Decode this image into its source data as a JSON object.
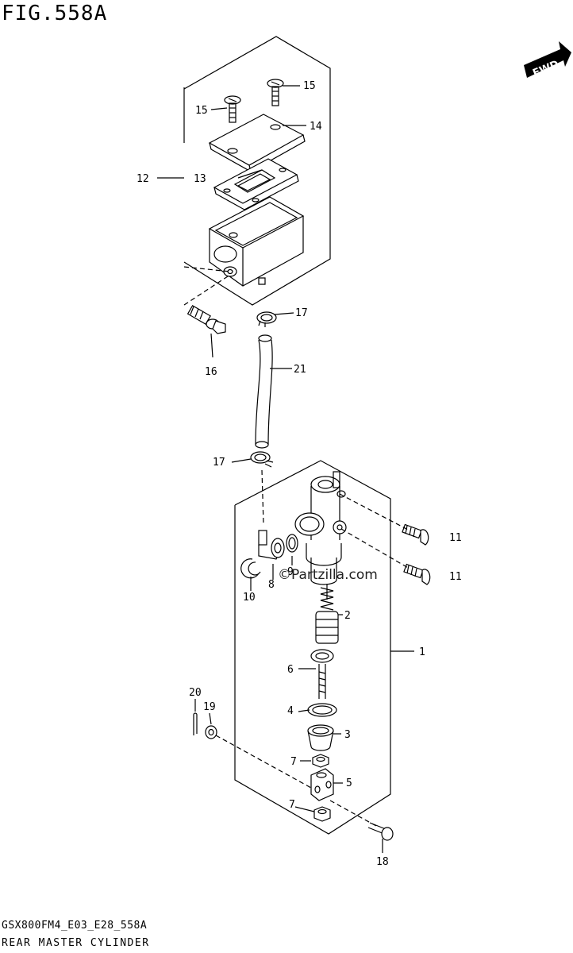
{
  "figure": {
    "title": "FIG.558A",
    "footer_code": "GSX800FM4_E03_E28_558A",
    "footer_name": "REAR MASTER CYLINDER",
    "watermark": "©Partzilla.com",
    "direction_badge": "FWD"
  },
  "callouts": [
    {
      "id": "c1",
      "label": "1"
    },
    {
      "id": "c2",
      "label": "2"
    },
    {
      "id": "c3",
      "label": "3"
    },
    {
      "id": "c4",
      "label": "4"
    },
    {
      "id": "c5",
      "label": "5"
    },
    {
      "id": "c6",
      "label": "6"
    },
    {
      "id": "c7a",
      "label": "7"
    },
    {
      "id": "c7b",
      "label": "7"
    },
    {
      "id": "c8",
      "label": "8"
    },
    {
      "id": "c9",
      "label": "9"
    },
    {
      "id": "c10",
      "label": "10"
    },
    {
      "id": "c11a",
      "label": "11"
    },
    {
      "id": "c11b",
      "label": "11"
    },
    {
      "id": "c12",
      "label": "12"
    },
    {
      "id": "c13",
      "label": "13"
    },
    {
      "id": "c14",
      "label": "14"
    },
    {
      "id": "c15a",
      "label": "15"
    },
    {
      "id": "c15b",
      "label": "15"
    },
    {
      "id": "c16",
      "label": "16"
    },
    {
      "id": "c17a",
      "label": "17"
    },
    {
      "id": "c17b",
      "label": "17"
    },
    {
      "id": "c18",
      "label": "18"
    },
    {
      "id": "c19",
      "label": "19"
    },
    {
      "id": "c20",
      "label": "20"
    },
    {
      "id": "c21",
      "label": "21"
    }
  ]
}
